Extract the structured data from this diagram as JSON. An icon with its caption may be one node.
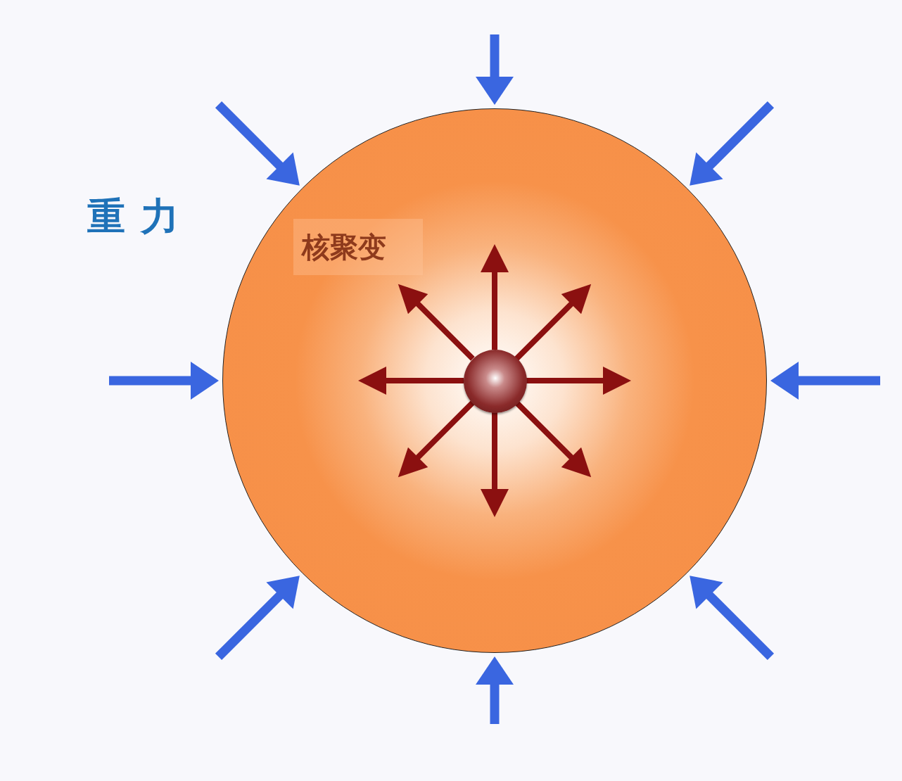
{
  "diagram": {
    "nodes": [
      {
        "text": [
          "核聚变"
        ]
      },
      {
        "text": [],
        "shape": "circle",
        "in": 0
      }
    ],
    "labels": [
      "重力"
    ]
  }
}
